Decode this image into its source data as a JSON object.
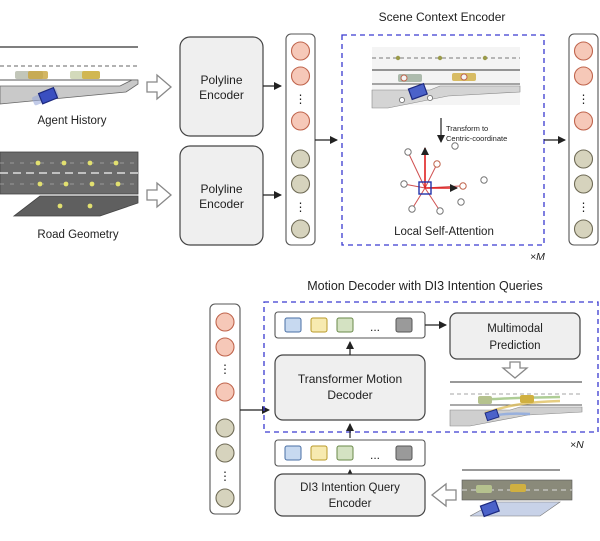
{
  "inputs": {
    "agent_history": "Agent History",
    "road_geometry": "Road Geometry"
  },
  "encoders": {
    "polyline_top": [
      "Polyline",
      "Encoder"
    ],
    "polyline_bottom": [
      "Polyline",
      "Encoder"
    ]
  },
  "scene_context": {
    "title": "Scene Context Encoder",
    "transform": [
      "Transform to",
      "Centric-coordinate"
    ],
    "attention": "Local Self-Attention",
    "repeat": "×M"
  },
  "decoder": {
    "title": "Motion Decoder with DI3 Intention Queries",
    "transformer": [
      "Transformer Motion",
      "Decoder"
    ],
    "multimodal": [
      "Multimodal",
      "Prediction"
    ],
    "query_encoder": [
      "DI3 Intention Query",
      "Encoder"
    ],
    "repeat": "×N",
    "ellipsis": "..."
  },
  "ellipsis_v": "⋮",
  "colors": {
    "dashed_border": "#3a3ad0",
    "token_orange": "#f6c8b8",
    "token_green": "#d6d3bd",
    "query_blue": "#c7d9f0",
    "query_yellow": "#f7eab0",
    "query_green": "#d4e2c2",
    "query_gray": "#9a9a9a"
  }
}
